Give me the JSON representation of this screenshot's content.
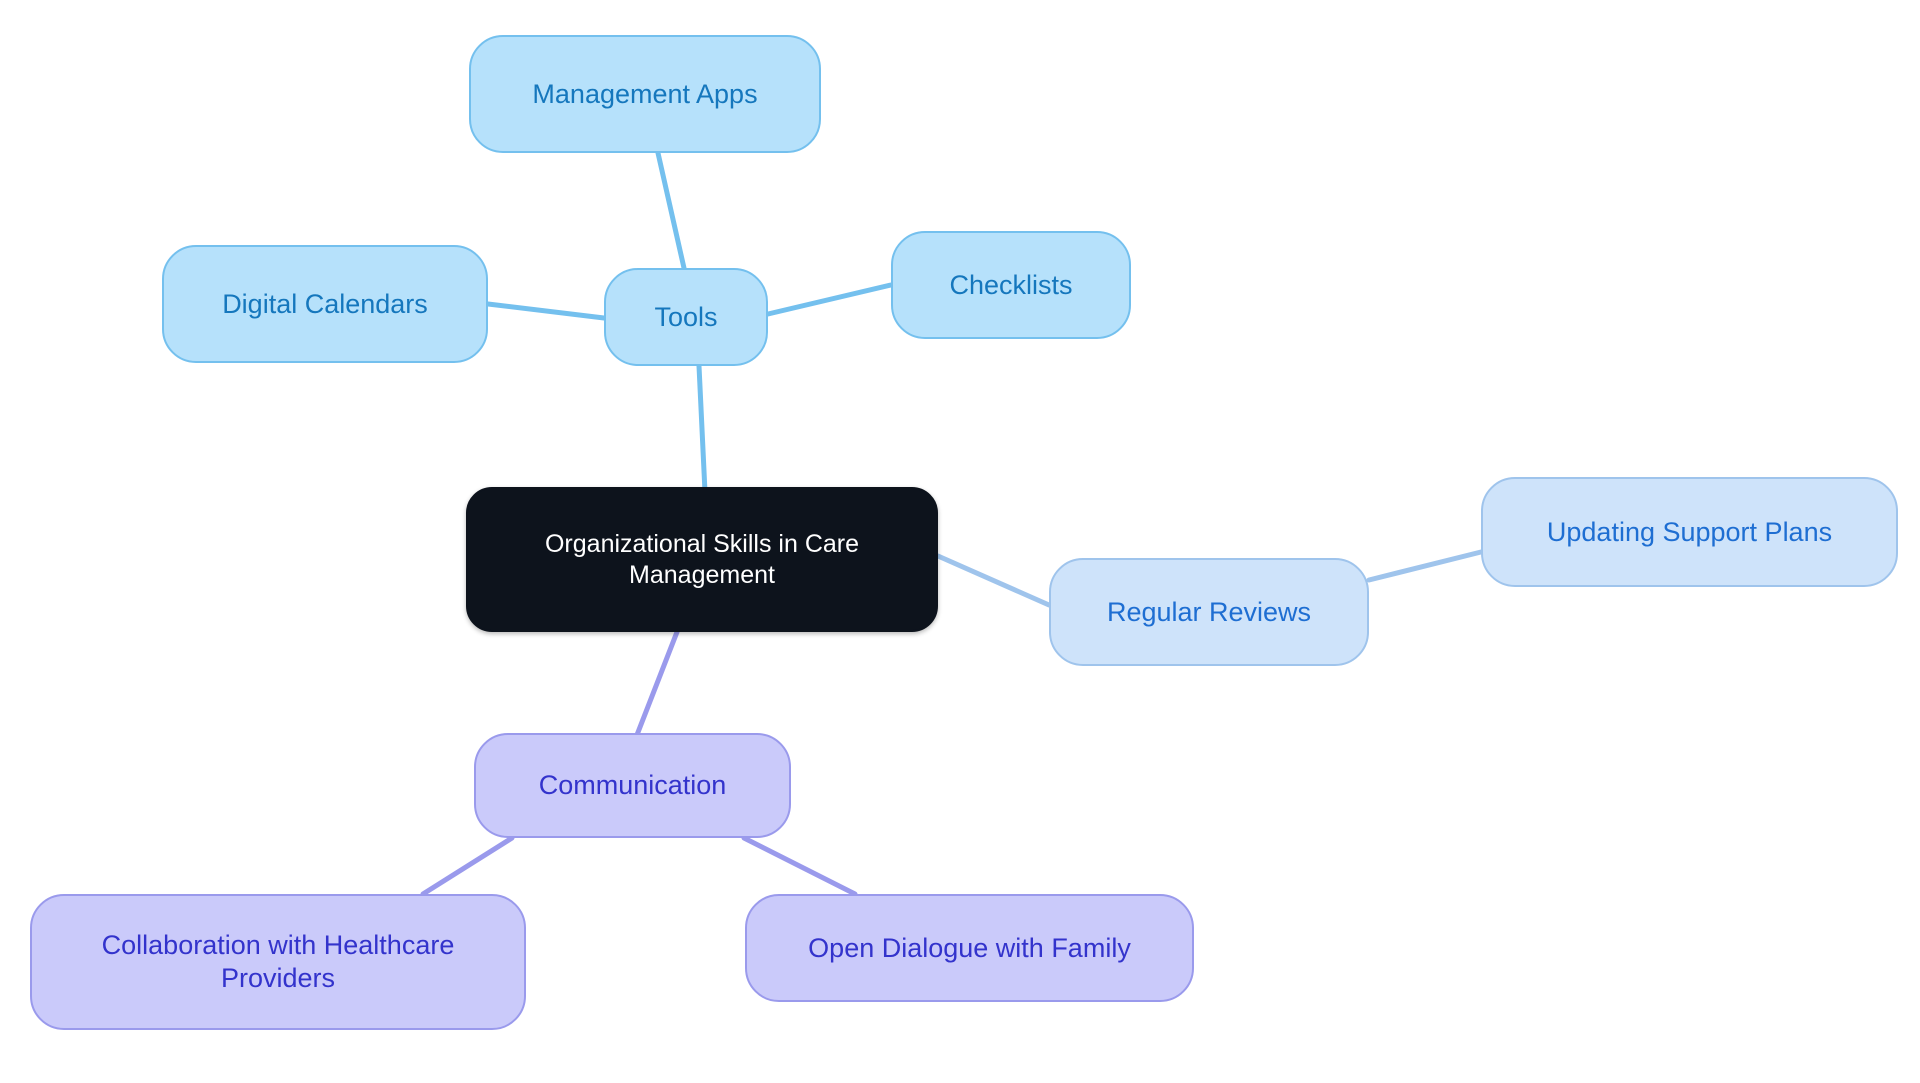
{
  "diagram": {
    "type": "mind-map",
    "title": "Organizational Skills in Care Management",
    "background_color": "#ffffff",
    "palette": {
      "root_fill": "#0d131c",
      "root_text": "#ffffff",
      "tools_branch_fill": "#b6e1fb",
      "tools_branch_border": "#74c0ee",
      "tools_branch_text": "#1577bd",
      "reviews_branch_fill": "#cee3fa",
      "reviews_branch_border": "#9fc4ec",
      "reviews_branch_text": "#1e6ed2",
      "communication_branch_fill": "#cacafa",
      "communication_branch_border": "#9a9aec",
      "communication_branch_text": "#3333cc"
    }
  },
  "nodes": {
    "root": {
      "label": "Organizational Skills in Care\nManagement"
    },
    "tools": {
      "label": "Tools"
    },
    "management_apps": {
      "label": "Management Apps"
    },
    "digital_calendars": {
      "label": "Digital Calendars"
    },
    "checklists": {
      "label": "Checklists"
    },
    "regular_reviews": {
      "label": "Regular Reviews"
    },
    "updating_support_plans": {
      "label": "Updating Support Plans"
    },
    "communication": {
      "label": "Communication"
    },
    "collaboration_healthcare": {
      "label": "Collaboration with Healthcare\nProviders"
    },
    "open_dialogue_family": {
      "label": "Open Dialogue with Family"
    }
  },
  "edges": [
    {
      "from": "root",
      "to": "tools",
      "color": "#74c0ee"
    },
    {
      "from": "tools",
      "to": "management_apps",
      "color": "#74c0ee"
    },
    {
      "from": "tools",
      "to": "digital_calendars",
      "color": "#74c0ee"
    },
    {
      "from": "tools",
      "to": "checklists",
      "color": "#74c0ee"
    },
    {
      "from": "root",
      "to": "regular_reviews",
      "color": "#9fc4ec"
    },
    {
      "from": "regular_reviews",
      "to": "updating_support_plans",
      "color": "#9fc4ec"
    },
    {
      "from": "root",
      "to": "communication",
      "color": "#9a9aec"
    },
    {
      "from": "communication",
      "to": "collaboration_healthcare",
      "color": "#9a9aec"
    },
    {
      "from": "communication",
      "to": "open_dialogue_family",
      "color": "#9a9aec"
    }
  ]
}
